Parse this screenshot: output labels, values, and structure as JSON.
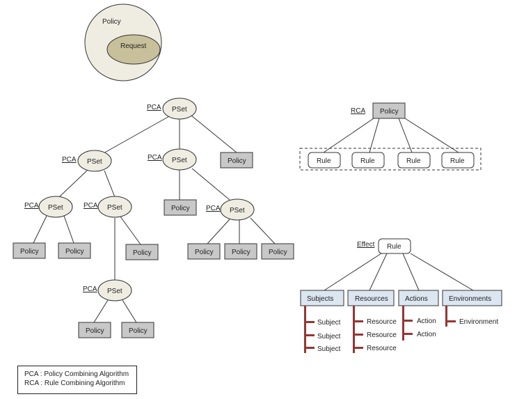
{
  "venn": {
    "outer_label": "Policy",
    "inner_label": "Request",
    "outer_fill": "#efede2",
    "inner_fill": "#c8c09a"
  },
  "labels": {
    "pca": "PCA",
    "rca": "RCA",
    "effect": "Effect"
  },
  "node_text": {
    "pset": "PSet",
    "policy": "Policy",
    "rule": "Rule"
  },
  "policy_tree": {
    "root": {
      "type": "PSet",
      "combining": "PCA",
      "children": [
        {
          "type": "PSet",
          "combining": "PCA",
          "children": [
            {
              "type": "PSet",
              "combining": "PCA",
              "children": [
                {
                  "type": "Policy"
                },
                {
                  "type": "Policy"
                }
              ]
            },
            {
              "type": "PSet",
              "combining": "PCA",
              "children": [
                {
                  "type": "PSet",
                  "combining": "PCA",
                  "children": [
                    {
                      "type": "Policy"
                    },
                    {
                      "type": "Policy"
                    }
                  ]
                },
                {
                  "type": "Policy"
                }
              ]
            }
          ]
        },
        {
          "type": "PSet",
          "combining": "PCA",
          "children": [
            {
              "type": "Policy"
            },
            {
              "type": "PSet",
              "combining": "PCA",
              "children": [
                {
                  "type": "Policy"
                },
                {
                  "type": "Policy"
                },
                {
                  "type": "Policy"
                }
              ]
            }
          ]
        },
        {
          "type": "Policy"
        }
      ]
    }
  },
  "rule_tree": {
    "root": "Policy",
    "combining": "RCA",
    "rules": [
      "Rule",
      "Rule",
      "Rule",
      "Rule"
    ]
  },
  "rule_detail": {
    "root": "Rule",
    "label": "Effect",
    "targets": [
      {
        "name": "Subjects",
        "items": [
          "Subject",
          "Subject",
          "Subject"
        ]
      },
      {
        "name": "Resources",
        "items": [
          "Resource",
          "Resource",
          "Resource"
        ]
      },
      {
        "name": "Actions",
        "items": [
          "Action",
          "Action"
        ]
      },
      {
        "name": "Environments",
        "items": [
          "Environment"
        ]
      }
    ]
  },
  "legend": {
    "line1": "PCA : Policy Combining Algorithm",
    "line2": "RCA : Rule Combining Algorithm"
  },
  "colors": {
    "pset_fill": "#efede2",
    "policy_fill": "#c8c8c8",
    "target_fill": "#dce6f1",
    "bracket": "#943634",
    "line": "#333333"
  }
}
